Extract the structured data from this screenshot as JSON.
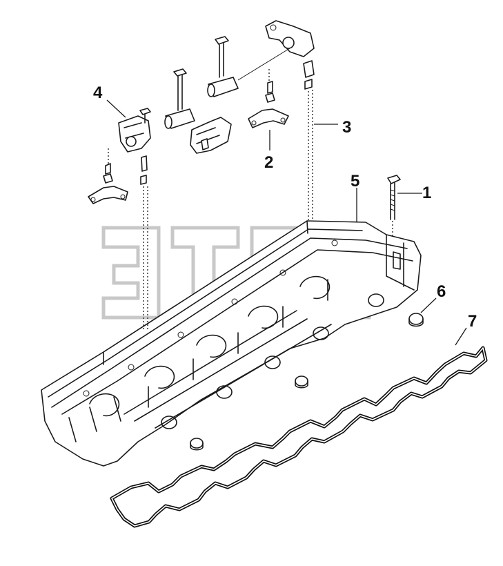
{
  "callouts": {
    "c1": "1",
    "c2": "2",
    "c3": "3",
    "c4": "4",
    "c5": "5",
    "c6": "6",
    "c7": "7"
  },
  "colors": {
    "line": "#1a1a1a",
    "watermark": "#c8c8c8",
    "background": "#ffffff"
  }
}
